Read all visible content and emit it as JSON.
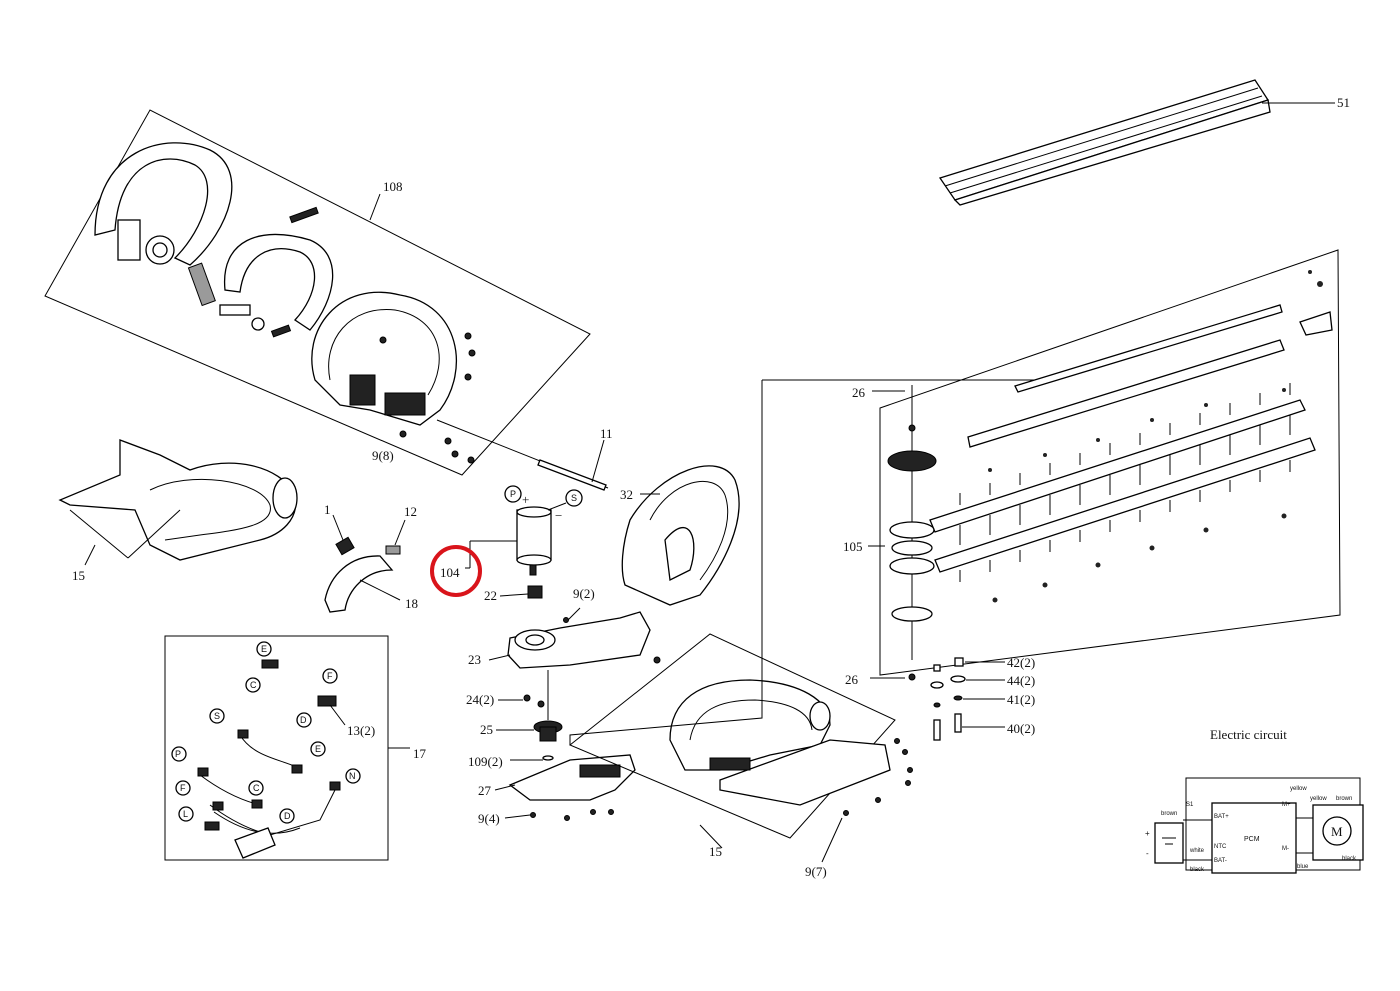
{
  "labels": {
    "p51": "51",
    "p108": "108",
    "p11": "11",
    "p32": "32",
    "p26a": "26",
    "p26b": "26",
    "p105": "105",
    "p9_8": "9(8)",
    "p15a": "15",
    "p15b": "15",
    "p1": "1",
    "p12": "12",
    "p18": "18",
    "p104": "104",
    "p22": "22",
    "p9_2": "9(2)",
    "p23": "23",
    "p24_2": "24(2)",
    "p25": "25",
    "p109_2": "109(2)",
    "p27": "27",
    "p9_4": "9(4)",
    "p17": "17",
    "p13_2": "13(2)",
    "p42_2": "42(2)",
    "p44_2": "44(2)",
    "p41_2": "41(2)",
    "p40_2": "40(2)",
    "p9_7": "9(7)"
  },
  "wire_tags": {
    "P": "P",
    "S": "S",
    "plus": "+",
    "minus": "−",
    "E1": "E",
    "C1": "C",
    "F1": "F",
    "D1": "D",
    "S2": "S",
    "E2": "E",
    "P2": "P",
    "F2": "F",
    "C2": "C",
    "D2": "D",
    "L": "L",
    "N": "N"
  },
  "circuit": {
    "title": "Electric circuit",
    "pcm": "PCM",
    "bat_plus": "BAT+",
    "bat_minus": "BAT-",
    "ntc": "NTC",
    "m_plus": "M+",
    "m_minus": "M-",
    "motor": "M",
    "brown": "brown",
    "yellow": "yellow",
    "white": "white",
    "black": "black",
    "blue": "blue",
    "s1": "S1",
    "plus": "+",
    "minus": "-"
  },
  "highlight": {
    "part": "104",
    "color": "#d9141b"
  }
}
